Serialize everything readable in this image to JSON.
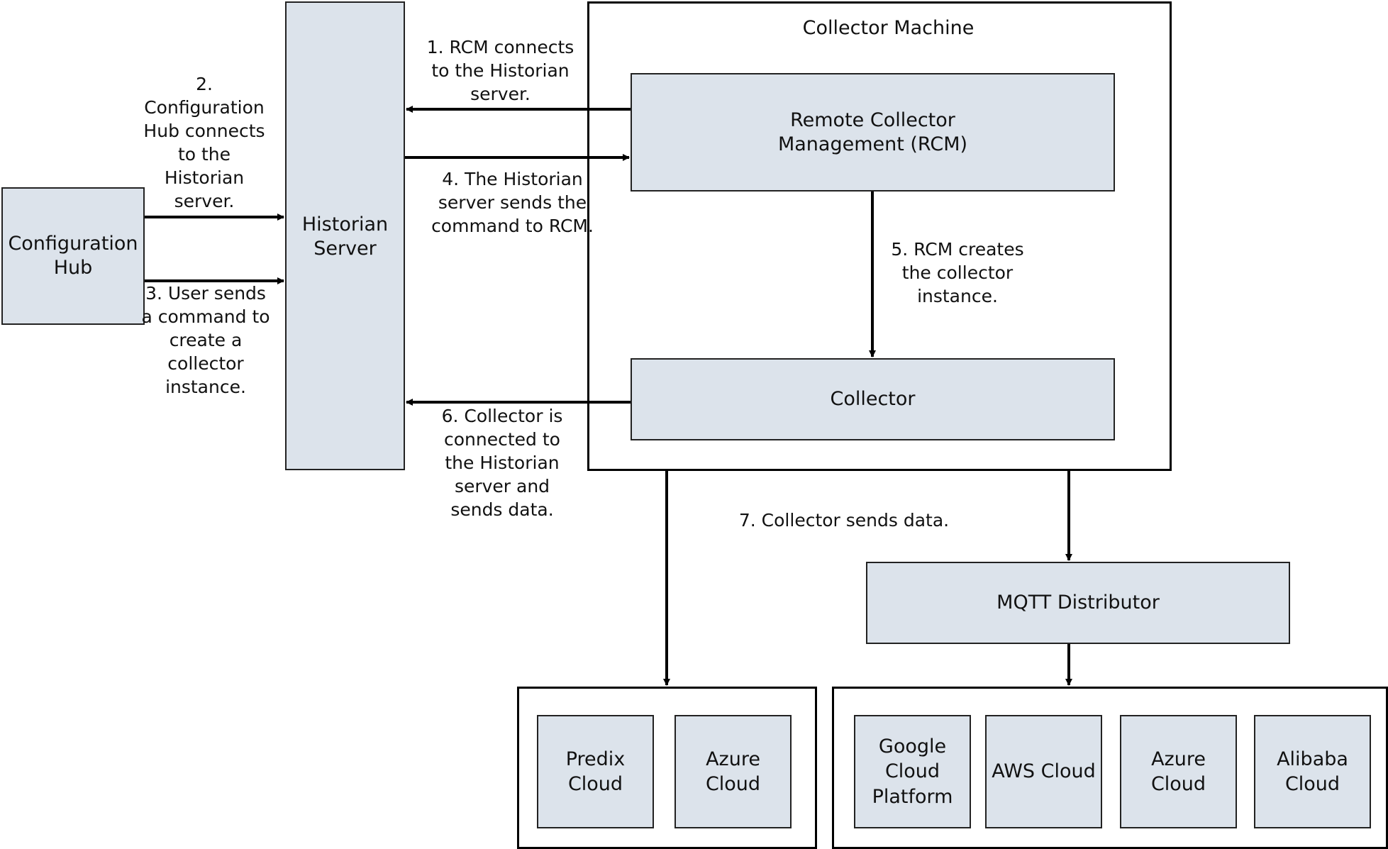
{
  "nodes": {
    "config_hub": "Configuration\nHub",
    "historian": "Historian\nServer",
    "collector_machine": "Collector Machine",
    "rcm": "Remote Collector\nManagement (RCM)",
    "collector": "Collector",
    "mqtt": "MQTT Distributor",
    "predix": "Predix Cloud",
    "azure_1": "Azure Cloud",
    "google": "Google\nCloud\nPlatform",
    "aws": "AWS Cloud",
    "azure_2": "Azure Cloud",
    "alibaba": "Alibaba\nCloud"
  },
  "steps": {
    "step1": "1. RCM connects\nto the Historian\nserver.",
    "step2": "2.\nConfiguration\nHub connects\nto the\nHistorian\nserver.",
    "step3": "3. User sends\na command to\ncreate a\ncollector\ninstance.",
    "step4": "4. The Historian\nserver sends the\ncommand to RCM.",
    "step5": "5. RCM creates\nthe collector\ninstance.",
    "step6": "6. Collector is\nconnected to\nthe Historian\nserver and\nsends data.",
    "step7": "7. Collector sends data."
  },
  "colors": {
    "box_fill": "#dce3eb",
    "stroke": "#000000"
  }
}
